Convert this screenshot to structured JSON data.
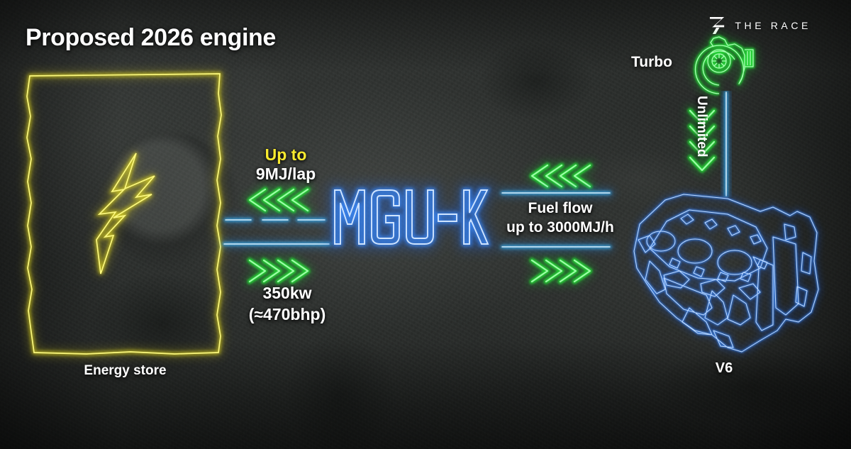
{
  "page": {
    "title": "Proposed 2026 engine"
  },
  "brand": {
    "wordmark": "THE RACE",
    "mark_icon": "the-race-r-logo-icon"
  },
  "energy_store": {
    "label": "Energy store",
    "icon": "lightning-bolt-icon",
    "color": "#ece31f"
  },
  "deployment": {
    "recovery": {
      "prefix": "Up to",
      "prefix_color": "#f7ea2e",
      "value": "9MJ/lap",
      "direction": "left",
      "arrow_icon": "chevron-left-quad-icon"
    },
    "output": {
      "value": "350kw",
      "value_alt": "(≈470bhp)",
      "direction": "right",
      "arrow_icon": "chevron-right-quad-icon"
    }
  },
  "mguk": {
    "label": "MGU-K",
    "color": "#3b8cff"
  },
  "fuel": {
    "line1": "Fuel flow",
    "line2": "up to 3000MJ/h",
    "arrow_in_icon": "chevron-left-quad-icon",
    "arrow_out_icon": "chevron-right-quad-icon"
  },
  "turbo": {
    "label": "Turbo",
    "icon": "turbocharger-icon",
    "color": "#27e03a",
    "boost": {
      "label": "Unlimited",
      "arrow_icon": "chevron-down-quad-icon"
    }
  },
  "engine": {
    "label": "V6",
    "icon": "v6-engine-block-icon",
    "color": "#3e86f0"
  },
  "colors": {
    "background": "#2b2d2c",
    "neon_yellow": "#ece31f",
    "neon_green": "#25dd36",
    "neon_blue": "#3b8cff",
    "text": "#ffffff"
  }
}
